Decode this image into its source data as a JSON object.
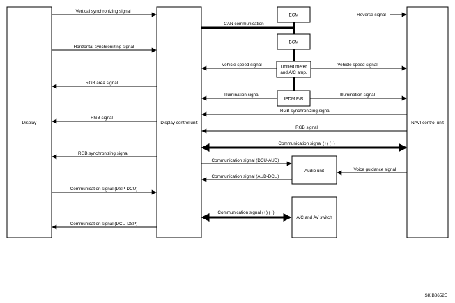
{
  "boxes": {
    "display": "Display",
    "dcu": "Display control unit",
    "ecm": "ECM",
    "bcm": "BCM",
    "meter_line1": "Unified meter",
    "meter_line2": "and A/C amp.",
    "ipdm": "IPDM E/R",
    "audio": "Audio unit",
    "navi": "NAVI control unit",
    "av_switch": "A/C and AV switch"
  },
  "signals": {
    "vertical_sync": "Vertical synchronizing signal",
    "horizontal_sync": "Horizontal synchronizing signal",
    "rgb_area": "RGB area signal",
    "rgb_display": "RGB signal",
    "rgb_sync_display": "RGB synchronizing signal",
    "comm_dsp_dcu": "Communication signal (DSP-DCU)",
    "comm_dcu_dsp": "Communication signal (DCU-DSP)",
    "can": "CAN communication",
    "vehicle_speed_left": "Vehicle speed signal",
    "vehicle_speed_right": "Vehicle speed signal",
    "illumination_left": "Illumination signal",
    "illumination_right": "Illumination signal",
    "reverse": "Reverse signal",
    "rgb_sync_navi": "RGB synchronizing signal",
    "rgb_navi": "RGB signal",
    "comm_navi": "Communication signal (+) (−)",
    "comm_dcu_aud": "Communication signal (DCU-AUD)",
    "comm_aud_dcu": "Communication signal (AUD-DCU)",
    "voice_guidance": "Voice guidance signal",
    "comm_av": "Communication signal (+) (−)"
  },
  "figure_code": "SKIB8652E"
}
